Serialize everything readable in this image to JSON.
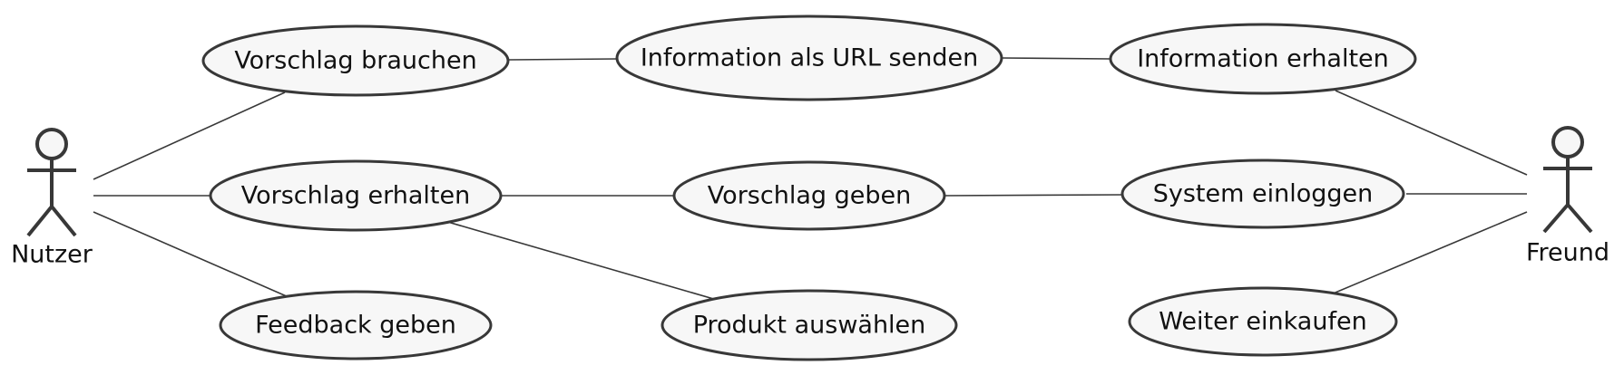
{
  "actors": {
    "nutzer": "Nutzer",
    "freund": "Freund"
  },
  "use_cases": {
    "vorschlag_brauchen": "Vorschlag brauchen",
    "information_url": "Information als URL senden",
    "information_erhalten": "Information erhalten",
    "vorschlag_erhalten": "Vorschlag erhalten",
    "vorschlag_geben": "Vorschlag geben",
    "system_einloggen": "System einloggen",
    "feedback_geben": "Feedback geben",
    "produkt_auswaehlen": "Produkt auswählen",
    "weiter_einkaufen": "Weiter einkaufen"
  },
  "colors": {
    "line": "#383838",
    "fill": "#f7f7f7",
    "text": "#111111"
  }
}
